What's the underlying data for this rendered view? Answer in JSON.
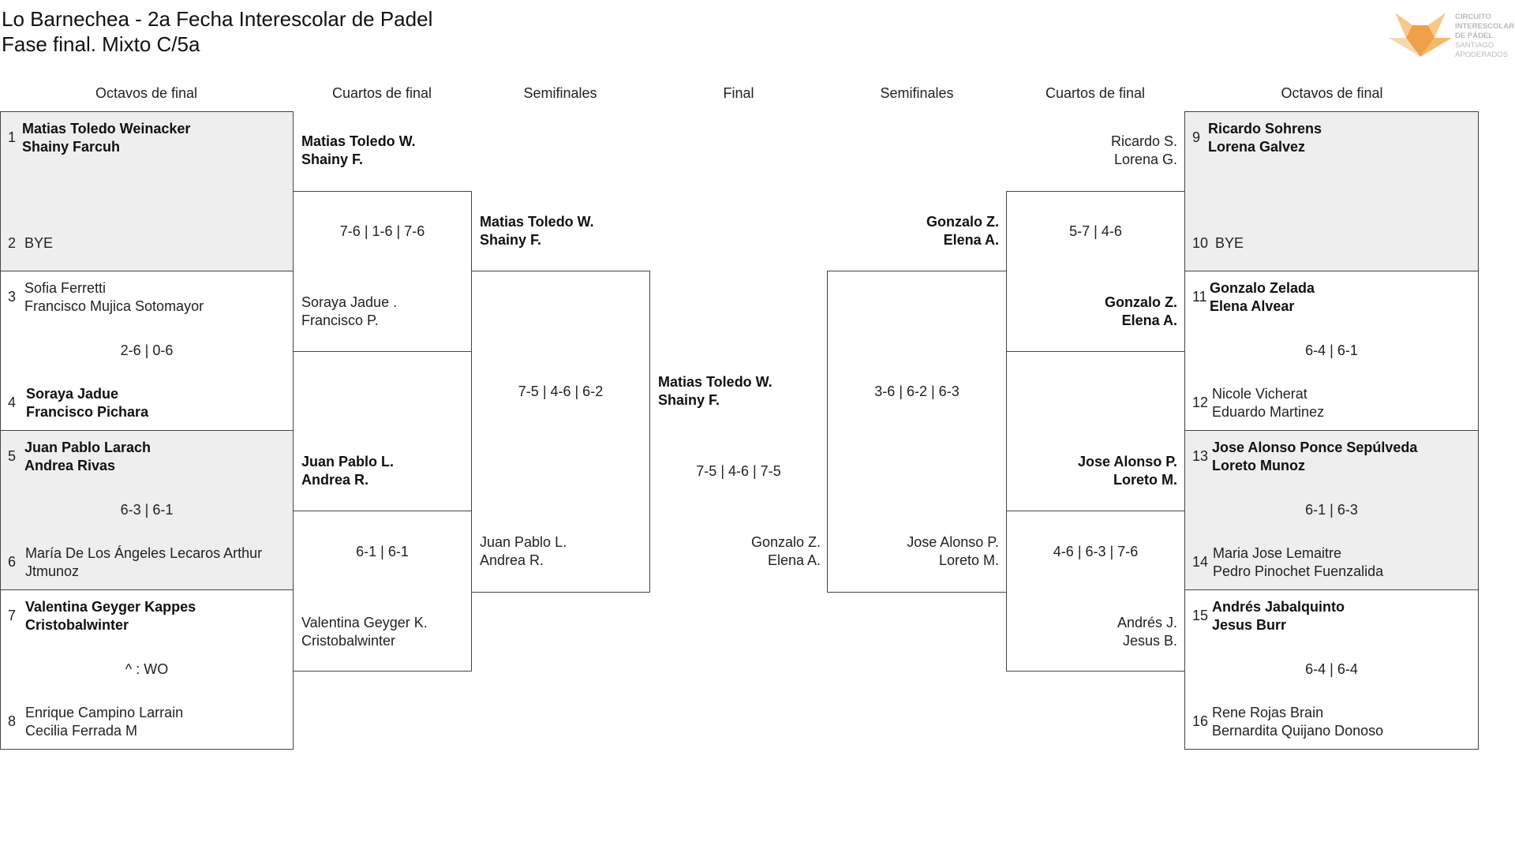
{
  "title_line1": "Lo Barnechea - 2a Fecha Interescolar de Padel",
  "title_line2": "Fase final. Mixto C/5a",
  "logo": {
    "icon": "fox-logo-icon",
    "line1": "CIRCUITO",
    "line2": "INTERESCOLAR",
    "line3": "DE PÁDEL",
    "line4": "SANTIAGO",
    "line5": "APODERADOS",
    "color": "#f0a030"
  },
  "headers": {
    "r16_left": "Octavos de final",
    "qf_left": "Cuartos de final",
    "sf_left": "Semifinales",
    "final": "Final",
    "sf_right": "Semifinales",
    "qf_right": "Cuartos de final",
    "r16_right": "Octavos de final"
  },
  "r16_left": [
    {
      "seed1": "1",
      "a1": "Matias Toledo Weinacker",
      "b1": "Shainy Farcuh",
      "seed2": "2",
      "a2": "BYE",
      "b2": "",
      "score": ""
    },
    {
      "seed1": "3",
      "a1": "Sofia Ferretti",
      "b1": "Francisco Mujica Sotomayor",
      "seed2": "4",
      "a2": "Soraya Jadue",
      "b2": "Francisco Pichara",
      "score": "2-6 | 0-6"
    },
    {
      "seed1": "5",
      "a1": "Juan Pablo Larach",
      "b1": "Andrea Rivas",
      "seed2": "6",
      "a2": "María De Los Ángeles Lecaros Arthur",
      "b2": "Jtmunoz",
      "score": "6-3 | 6-1"
    },
    {
      "seed1": "7",
      "a1": "Valentina Geyger Kappes",
      "b1": "Cristobalwinter",
      "seed2": "8",
      "a2": "Enrique Campino Larrain",
      "b2": "Cecilia Ferrada M",
      "score": "^ : WO"
    }
  ],
  "r16_right": [
    {
      "seed1": "9",
      "a1": "Ricardo Sohrens",
      "b1": "Lorena Galvez",
      "seed2": "10",
      "a2": "BYE",
      "b2": "",
      "score": ""
    },
    {
      "seed1": "11",
      "a1": "Gonzalo Zelada",
      "b1": "Elena Alvear",
      "seed2": "12",
      "a2": "Nicole Vicherat",
      "b2": "Eduardo Martinez",
      "score": "6-4 | 6-1"
    },
    {
      "seed1": "13",
      "a1": "Jose Alonso Ponce Sepúlveda",
      "b1": "Loreto Munoz",
      "seed2": "14",
      "a2": "Maria Jose Lemaitre",
      "b2": "Pedro Pinochet Fuenzalida",
      "score": "6-1 | 6-3"
    },
    {
      "seed1": "15",
      "a1": "Andrés Jabalquinto",
      "b1": "Jesus Burr",
      "seed2": "16",
      "a2": "Rene Rojas Brain",
      "b2": "Bernardita Quijano Donoso",
      "score": "6-4 | 6-4"
    }
  ],
  "qf_left": [
    {
      "t1a": "Matias Toledo W.",
      "t1b": "Shainy F.",
      "t2a": "Soraya Jadue .",
      "t2b": "Francisco P.",
      "score": "7-6 | 1-6 | 7-6"
    },
    {
      "t1a": "Juan Pablo L.",
      "t1b": "Andrea R.",
      "t2a": "Valentina Geyger K.",
      "t2b": "Cristobalwinter",
      "score": "6-1 | 6-1"
    }
  ],
  "qf_right": [
    {
      "t1a": "Ricardo S.",
      "t1b": "Lorena G.",
      "t2a": "Gonzalo Z.",
      "t2b": "Elena A.",
      "score": "5-7 | 4-6"
    },
    {
      "t1a": "Jose Alonso P.",
      "t1b": "Loreto M.",
      "t2a": "Andrés J.",
      "t2b": "Jesus B.",
      "score": "4-6 | 6-3 | 7-6"
    }
  ],
  "sf_left": {
    "t1a": "Matias Toledo W.",
    "t1b": "Shainy F.",
    "t2a": "Juan Pablo L.",
    "t2b": "Andrea R.",
    "score": "7-5 | 4-6 | 6-2"
  },
  "sf_right": {
    "t1a": "Gonzalo Z.",
    "t1b": "Elena A.",
    "t2a": "Jose Alonso P.",
    "t2b": "Loreto M.",
    "score": "3-6 | 6-2 | 6-3"
  },
  "final": {
    "t1a": "Matias Toledo W.",
    "t1b": "Shainy F.",
    "t2a": "Gonzalo Z.",
    "t2b": "Elena A.",
    "score": "7-5 | 4-6 | 7-5"
  }
}
